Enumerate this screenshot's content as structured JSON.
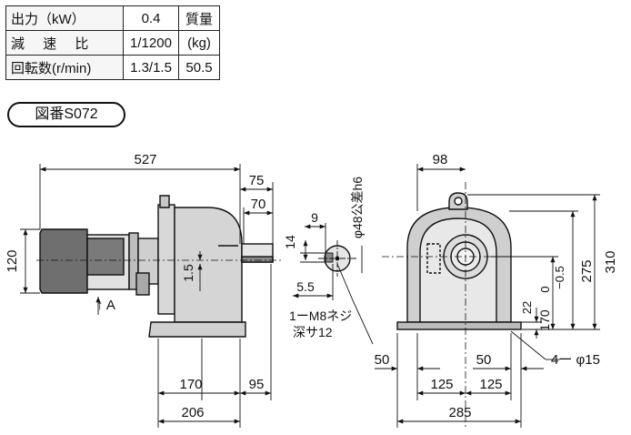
{
  "spec": {
    "output_label": "出力（kW）",
    "output_value": "0.4",
    "mass_label": "質量",
    "ratio_label": "減 速 比",
    "ratio_value": "1/1200",
    "mass_unit": "(kg)",
    "speed_label": "回転数(r/min)",
    "speed_value": "1.3/1.5",
    "mass_value": "50.5"
  },
  "drawing_number": "図番S072",
  "dims": {
    "total_length": "527",
    "shaft_75": "75",
    "shaft_70": "70",
    "height_120": "120",
    "offset_1_5": "1.5",
    "base_170": "170",
    "base_95": "95",
    "base_206": "206",
    "arrow_a": "↑ A",
    "key_9": "9",
    "key_14": "14",
    "key_5_5": "5.5",
    "shaft_dia": "φ48公差h6",
    "tap_1": "1ーM8ネジ",
    "tap_2": "深サ12",
    "front_98": "98",
    "front_310": "310",
    "front_275": "275",
    "tol_0": "0",
    "tol_minus": "−0.5",
    "front_170": "170",
    "front_22": "22",
    "left_50": "50",
    "right_50": "50",
    "holes": "4ー φ15",
    "front_125a": "125",
    "front_125b": "125",
    "front_285": "285"
  }
}
